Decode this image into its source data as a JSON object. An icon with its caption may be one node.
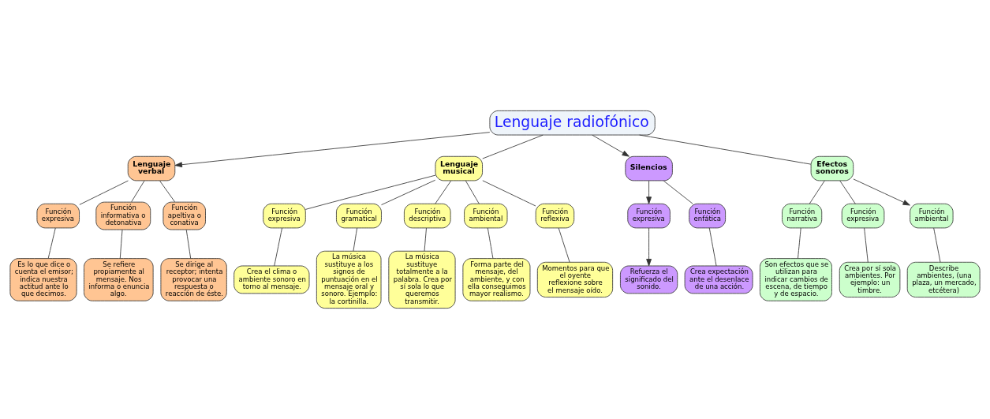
{
  "diagram": {
    "nodes": [
      {
        "text": [
          "Lenguaje radiofónico"
        ]
      },
      {
        "text": [
          "Lenguaje verbal"
        ]
      },
      {
        "text": [
          "Función expresiva"
        ]
      },
      {
        "text": [
          "Función informativa o detonativa"
        ]
      },
      {
        "text": [
          "Función apeltiva o conativa"
        ]
      },
      {
        "text": [
          "Es lo que dice o cuenta el emisor; indica nuestra actitud ante lo que decimos."
        ]
      },
      {
        "text": [
          "Se refiere propiamente al mensaje. Nos informa o enuncia algo."
        ]
      },
      {
        "text": [
          "Se dirige al receptor; intenta provocar una respuesta o reacción de éste."
        ]
      },
      {
        "text": [
          "Lenguaje musical"
        ]
      },
      {
        "text": [
          "Función expresiva"
        ]
      },
      {
        "text": [
          "Función gramatical"
        ]
      },
      {
        "text": [
          "Función descriptiva"
        ]
      },
      {
        "text": [
          "Función ambiental"
        ]
      },
      {
        "text": [
          "Función reflexiva"
        ]
      },
      {
        "text": [
          "Crea el clima o ambiente sonoro en torno al mensaje."
        ]
      },
      {
        "text": [
          "La música sustituye a los signos de puntuación en el mensaje oral y sonoro. Ejemplo: la cortinilla."
        ]
      },
      {
        "text": [
          "La música sustituye totalmente a la palabra. Crea por sí sola lo que queremos transmitir."
        ]
      },
      {
        "text": [
          "Forma parte del mensaje, del ambiente, y con ella conseguimos mayor realismo."
        ]
      },
      {
        "text": [
          "Momentos para que el oyente reflexione sobre el mensaje oído."
        ]
      },
      {
        "text": [
          "Silencios"
        ]
      },
      {
        "text": [
          "Función expresiva"
        ]
      },
      {
        "text": [
          "Refuerza el significado del sonido."
        ]
      },
      {
        "text": [
          "Función enfática"
        ]
      },
      {
        "text": [
          "Crea expectación ante el desenlace de una acción."
        ]
      },
      {
        "text": [
          "Efectos sonoros"
        ]
      },
      {
        "text": [
          "Función narrativa"
        ]
      },
      {
        "text": [
          "Función expresiva"
        ]
      },
      {
        "text": [
          "Función ambiental"
        ]
      },
      {
        "text": [
          "Son efectos que se utilizan para indicar cambios de escena, de tiempo y de espacio."
        ]
      },
      {
        "text": [
          "Crea por sí sola ambientes. Por ejemplo: un timbre."
        ]
      },
      {
        "text": [
          "Describe ambientes, (una plaza, un mercado, etcétera)"
        ]
      }
    ],
    "edges": [
      {
        "from": 0,
        "to": 1,
        "arrow": "to"
      },
      {
        "from": 0,
        "to": 8,
        "arrow": "none"
      },
      {
        "from": 0,
        "to": 19,
        "arrow": "to"
      },
      {
        "from": 0,
        "to": 24,
        "arrow": "none"
      },
      {
        "from": 1,
        "to": 2,
        "arrow": "none"
      },
      {
        "from": 1,
        "to": 3,
        "arrow": "none"
      },
      {
        "from": 1,
        "to": 4,
        "arrow": "none"
      },
      {
        "from": 2,
        "to": 5,
        "arrow": "none"
      },
      {
        "from": 3,
        "to": 6,
        "arrow": "none"
      },
      {
        "from": 4,
        "to": 7,
        "arrow": "none"
      },
      {
        "from": 8,
        "to": 9,
        "arrow": "none"
      },
      {
        "from": 8,
        "to": 10,
        "arrow": "none"
      },
      {
        "from": 8,
        "to": 11,
        "arrow": "none"
      },
      {
        "from": 8,
        "to": 12,
        "arrow": "none"
      },
      {
        "from": 8,
        "to": 13,
        "arrow": "none"
      },
      {
        "from": 9,
        "to": 14,
        "arrow": "none"
      },
      {
        "from": 10,
        "to": 15,
        "arrow": "none"
      },
      {
        "from": 11,
        "to": 16,
        "arrow": "none"
      },
      {
        "from": 12,
        "to": 17,
        "arrow": "none"
      },
      {
        "from": 13,
        "to": 18,
        "arrow": "none"
      },
      {
        "from": 19,
        "to": 20,
        "arrow": "to"
      },
      {
        "from": 20,
        "to": 21,
        "arrow": "to"
      },
      {
        "from": 19,
        "to": 22,
        "arrow": "none"
      },
      {
        "from": 22,
        "to": 23,
        "arrow": "none"
      },
      {
        "from": 24,
        "to": 25,
        "arrow": "none"
      },
      {
        "from": 24,
        "to": 26,
        "arrow": "none"
      },
      {
        "from": 24,
        "to": 27,
        "arrow": "to"
      },
      {
        "from": 25,
        "to": 28,
        "arrow": "none"
      },
      {
        "from": 26,
        "to": 29,
        "arrow": "none"
      },
      {
        "from": 27,
        "to": 30,
        "arrow": "none"
      }
    ]
  }
}
